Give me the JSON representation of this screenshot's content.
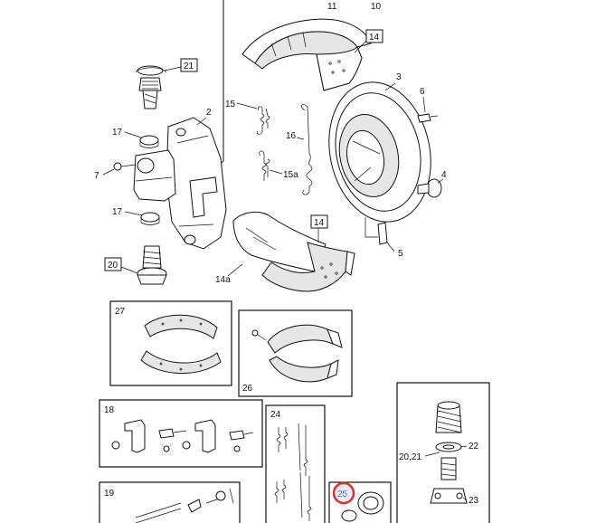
{
  "callouts": {
    "c2": "2",
    "c3": "3",
    "c4": "4",
    "c5": "5",
    "c6": "6",
    "c7": "7",
    "c10": "10",
    "c11": "11",
    "c14_top": "14",
    "c14_bot": "14",
    "c14a": "14a",
    "c15": "15",
    "c15a": "15a",
    "c16": "16",
    "c17_top": "17",
    "c17_bot": "17",
    "c18": "18",
    "c19": "19",
    "c20": "20",
    "c21": "21",
    "c20_21": "20,21",
    "c22": "22",
    "c23": "23",
    "c24": "24",
    "c25": "25",
    "c26": "26",
    "c27": "27"
  },
  "highlight": {
    "callout": "25",
    "color": "#d9342b"
  },
  "colors": {
    "line": "#111111",
    "lining": "#e6e6e6",
    "background": "#ffffff"
  }
}
